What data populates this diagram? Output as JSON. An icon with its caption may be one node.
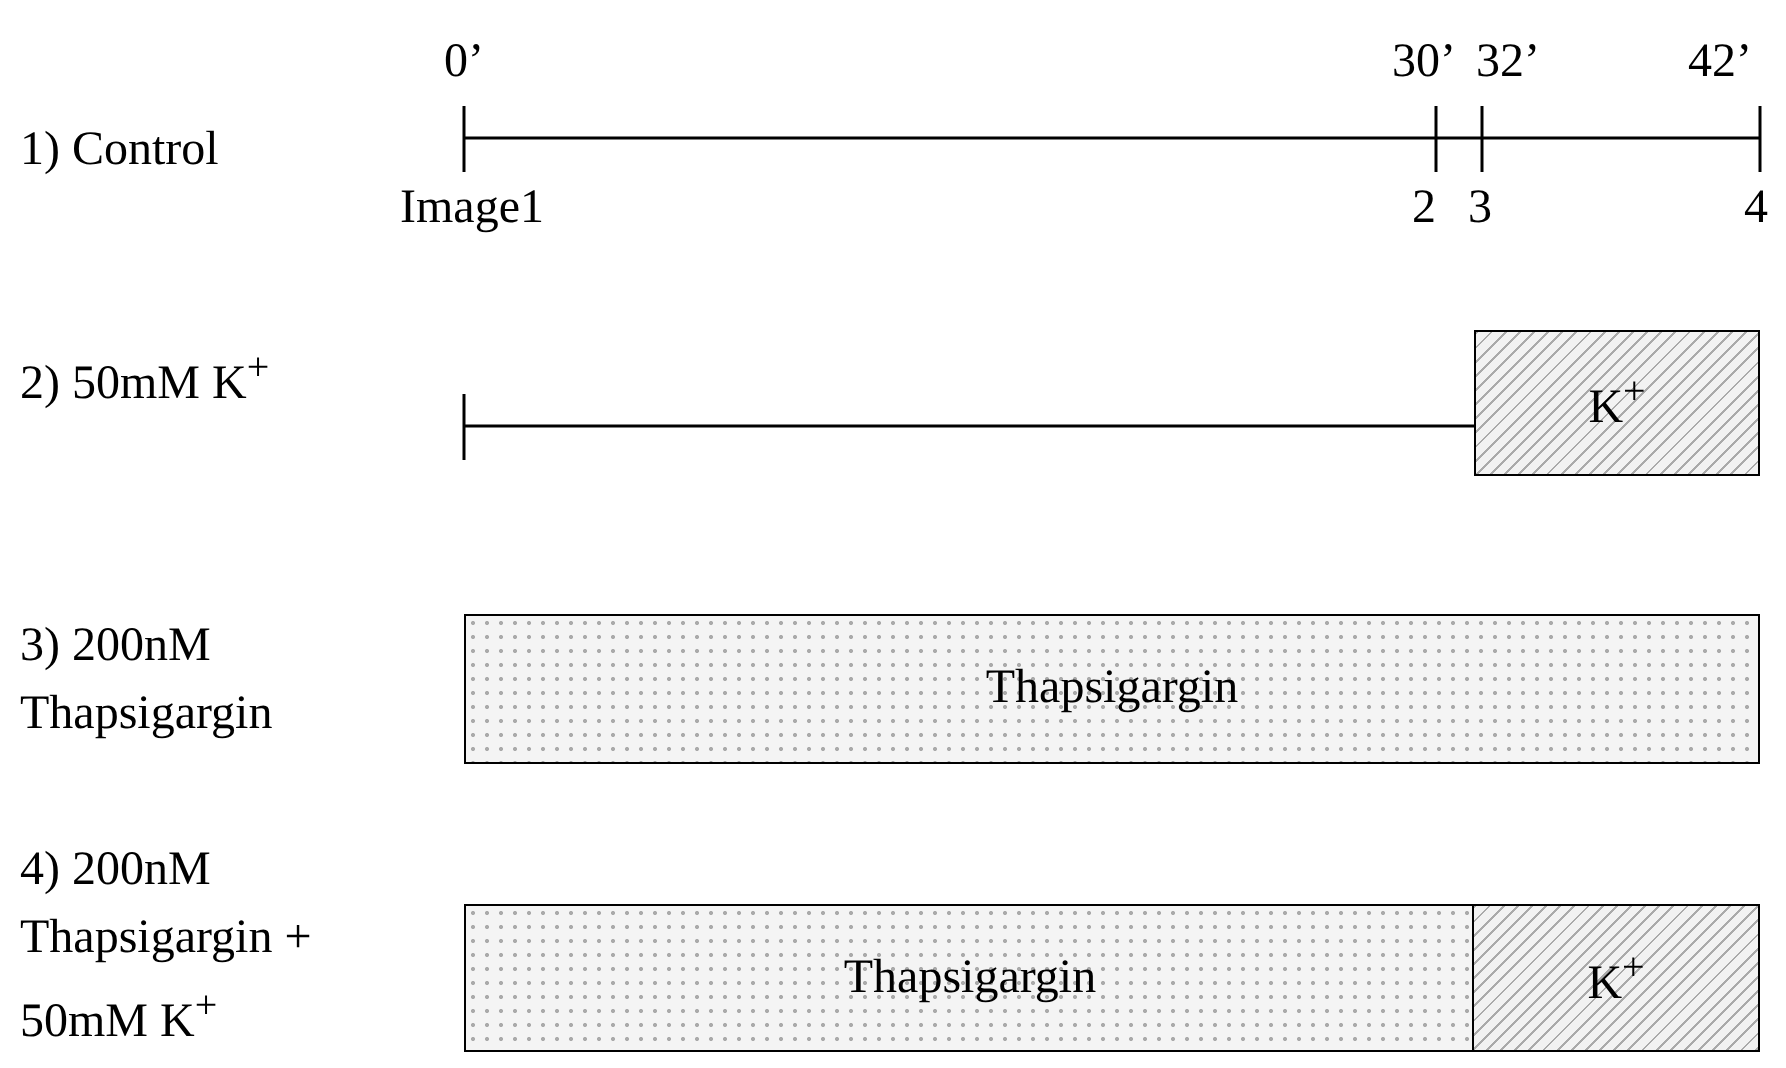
{
  "diagram": {
    "nodes": [
      {
        "text": [
          "K$^{+}$"
        ]
      },
      {
        "text": [
          "Thapsigargin"
        ]
      },
      {
        "text": [
          "Thapsigargin"
        ]
      },
      {
        "text": [
          "K$^{+}$"
        ]
      }
    ],
    "labels": [
      "0’",
      "30’",
      "32’",
      "42’",
      "1) Control",
      "Image1",
      "2",
      "3",
      "4",
      "2) 50mM K$^{+}$",
      "3) 200nM Thapsigargin",
      "4) 200nM Thapsigargin + 50mM K$^{+}$"
    ]
  }
}
